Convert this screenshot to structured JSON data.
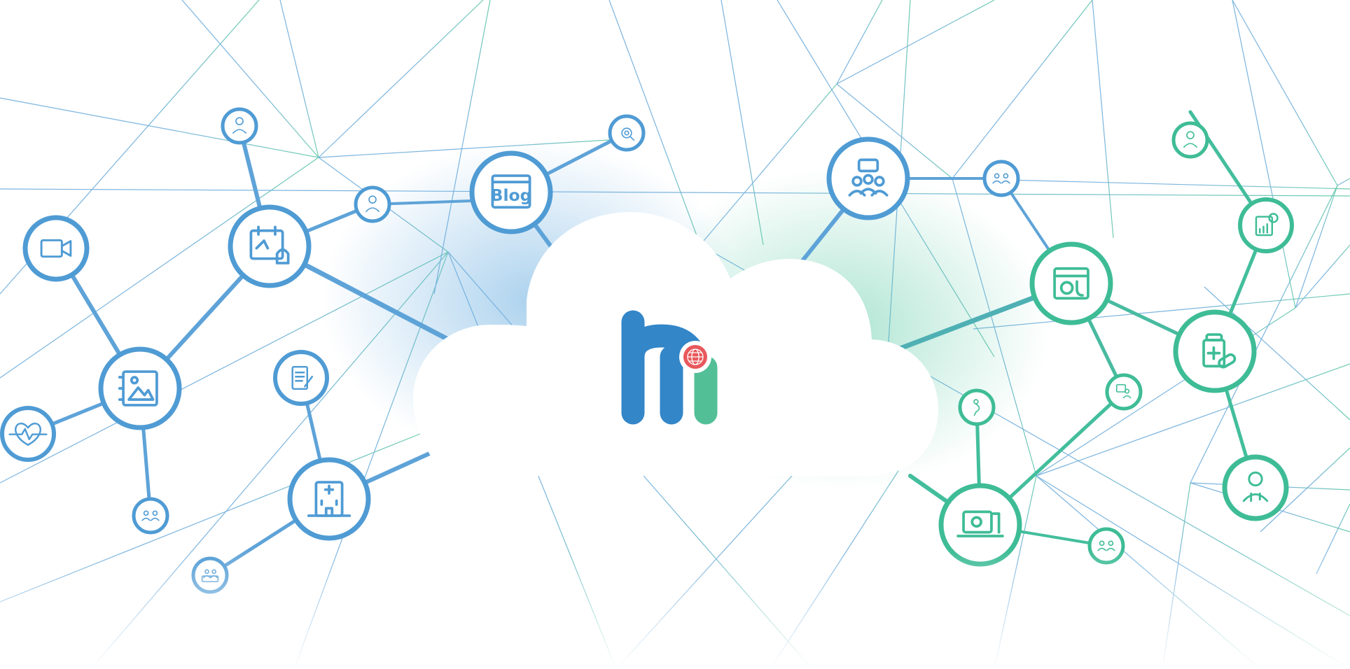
{
  "colors": {
    "blue": "#4f9bd4",
    "blue_dark": "#3d86c6",
    "teal": "#3ebc96",
    "logo_blue": "#3386c8",
    "logo_green": "#52bf97",
    "logo_red": "#e8585c"
  },
  "blog_label": "Blog",
  "nodes": [
    {
      "name": "video-camera-icon",
      "group": "blue"
    },
    {
      "name": "photo-gallery-icon",
      "group": "blue"
    },
    {
      "name": "heartbeat-icon",
      "group": "blue"
    },
    {
      "name": "family-icon",
      "group": "blue"
    },
    {
      "name": "doctor-patient-icon",
      "group": "blue"
    },
    {
      "name": "hospital-building-icon",
      "group": "blue"
    },
    {
      "name": "document-edit-icon",
      "group": "blue"
    },
    {
      "name": "calendar-notification-icon",
      "group": "blue"
    },
    {
      "name": "female-doctor-icon",
      "group": "blue"
    },
    {
      "name": "user-icon",
      "group": "blue"
    },
    {
      "name": "blog-icon",
      "group": "blue"
    },
    {
      "name": "virus-search-icon",
      "group": "blue"
    },
    {
      "name": "video-conference-icon",
      "group": "blue"
    },
    {
      "name": "group-users-icon",
      "group": "blue"
    },
    {
      "name": "medical-calendar-icon",
      "group": "teal"
    },
    {
      "name": "online-consultation-icon",
      "group": "teal"
    },
    {
      "name": "pregnant-woman-icon",
      "group": "teal"
    },
    {
      "name": "laptop-tutorial-icon",
      "group": "teal"
    },
    {
      "name": "couple-icon",
      "group": "teal"
    },
    {
      "name": "medicine-bottle-icon",
      "group": "teal"
    },
    {
      "name": "financial-report-icon",
      "group": "teal"
    },
    {
      "name": "support-agent-icon",
      "group": "teal"
    },
    {
      "name": "doctor-avatar-icon",
      "group": "teal"
    }
  ]
}
